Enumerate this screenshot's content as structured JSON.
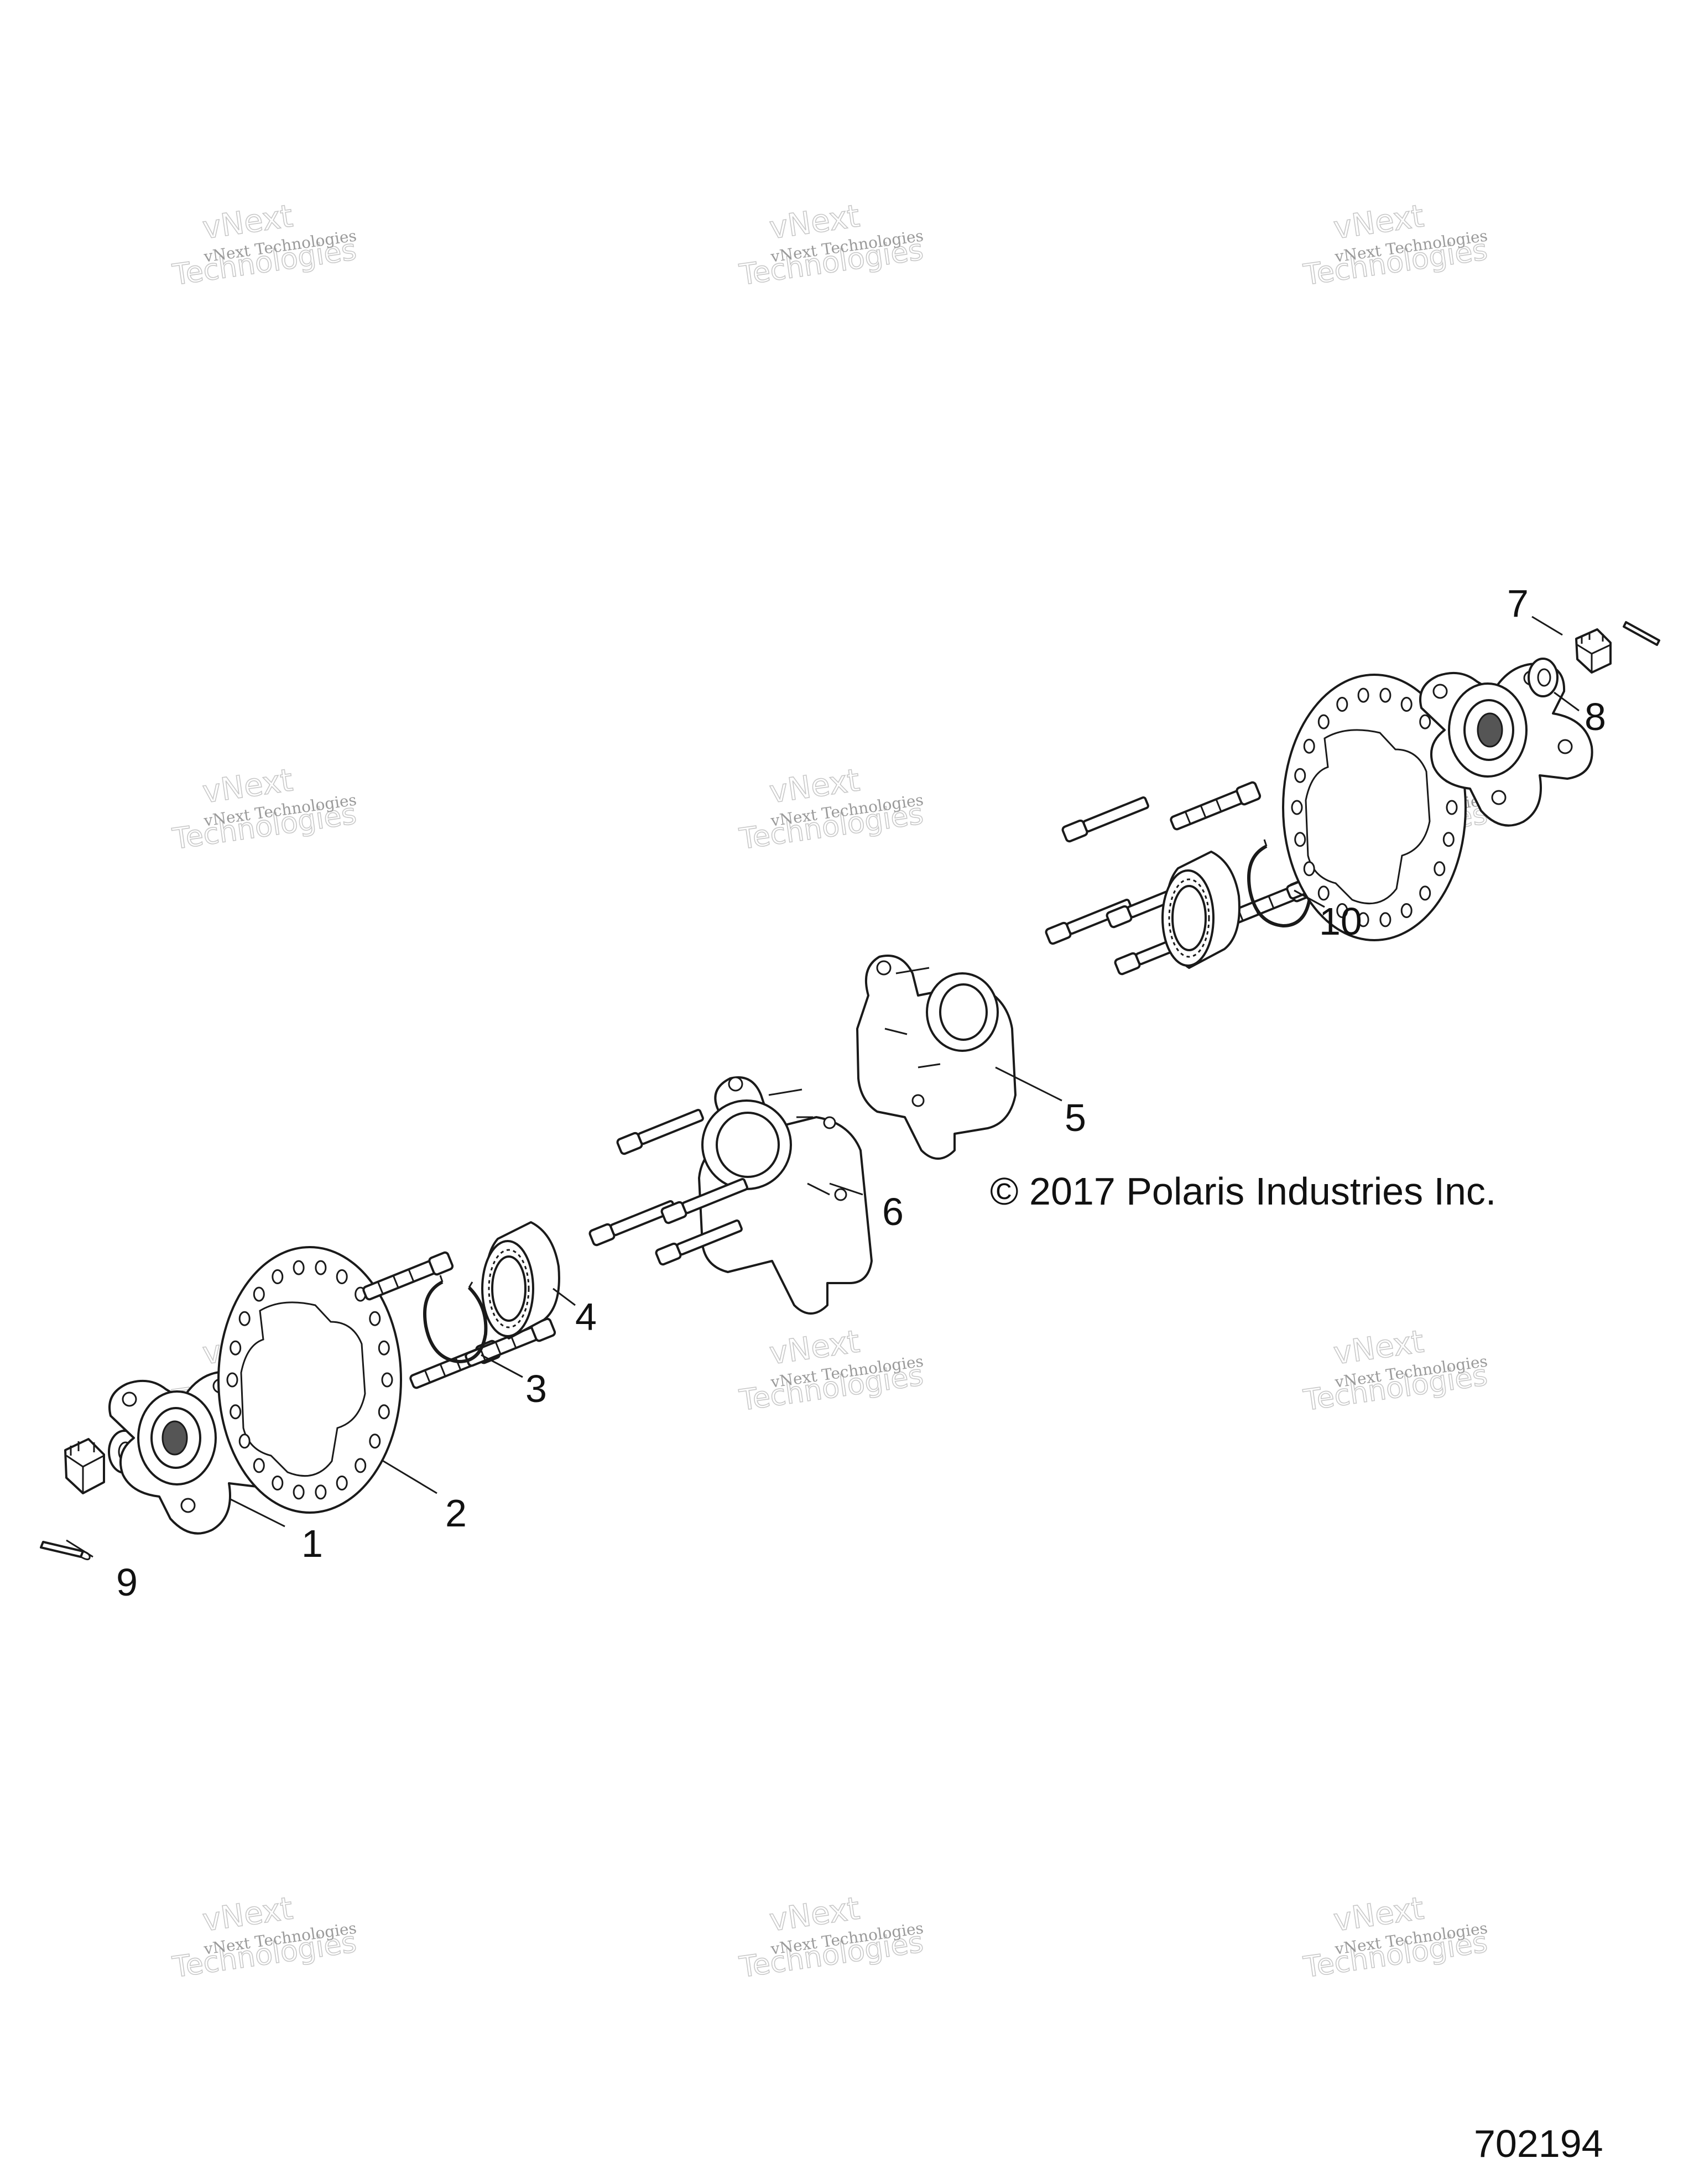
{
  "callouts": {
    "c1": "1",
    "c2": "2",
    "c3": "3",
    "c4": "4",
    "c5": "5",
    "c6": "6",
    "c7": "7",
    "c8": "8",
    "c9": "9",
    "c10": "10"
  },
  "copyright": "© 2017 Polaris Industries Inc.",
  "drawing_number": "702194",
  "watermark": {
    "line1": "vNext Technologies",
    "line2": "vNext",
    "line3": "Technologies"
  }
}
